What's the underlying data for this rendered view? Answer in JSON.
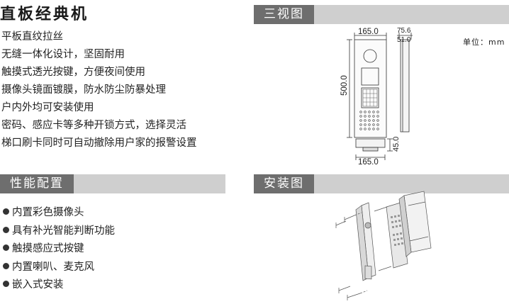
{
  "product": {
    "title": "直板经典机"
  },
  "features": [
    "平板直纹拉丝",
    "无缝一体化设计，坚固耐用",
    "触摸式透光按键，方便夜间使用",
    "摄像头镜面镀膜，防水防尘防暴处理",
    "户内外均可安装使用",
    "密码、感应卡等多种开锁方式，选择灵活",
    "梯口刷卡同时可自动撤除用户家的报警设置"
  ],
  "sections": {
    "three_view": "三视图",
    "config": "性能配置",
    "install": "安装图"
  },
  "config_items": [
    "内置彩色摄像头",
    "具有补光智能判断功能",
    "触摸感应式按键",
    "内置喇叭、麦克风",
    "嵌入式安装"
  ],
  "drawing": {
    "unit_label": "单位：mm",
    "dim_front_width": "165.0",
    "dim_side_depth": "75.6",
    "dim_side_inner": "51.0",
    "dim_height": "500.0",
    "dim_bottom_width": "165.0",
    "dim_bottom_depth": "45.0"
  }
}
